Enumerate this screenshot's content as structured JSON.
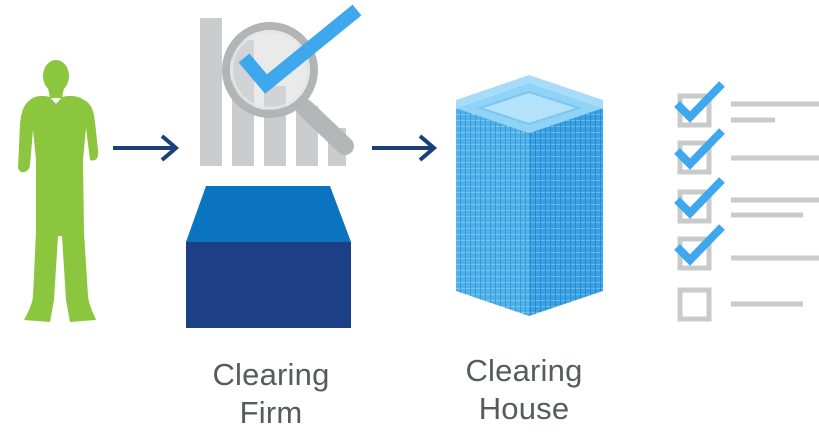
{
  "nodes": [
    {
      "id": "investor",
      "icon": "person-icon"
    },
    {
      "id": "clearing-firm",
      "icon": "clearing-firm-icon",
      "label_lines": [
        "Clearing",
        "Firm"
      ]
    },
    {
      "id": "clearing-house",
      "icon": "building-icon",
      "label_lines": [
        "Clearing",
        "House"
      ]
    },
    {
      "id": "checklist",
      "icon": "checklist-icon"
    }
  ],
  "checklist": {
    "items": [
      {
        "checked": true
      },
      {
        "checked": true
      },
      {
        "checked": true
      },
      {
        "checked": true
      },
      {
        "checked": false
      }
    ]
  },
  "colors": {
    "person": "#8cc63f",
    "arrow": "#1c3f7a",
    "check": "#3ea7ee",
    "gray": "#c9cacb",
    "firm_top": "#0a74c0",
    "firm_front": "#1c3f85",
    "building": "#56b6ee",
    "label": "#555b5e"
  }
}
